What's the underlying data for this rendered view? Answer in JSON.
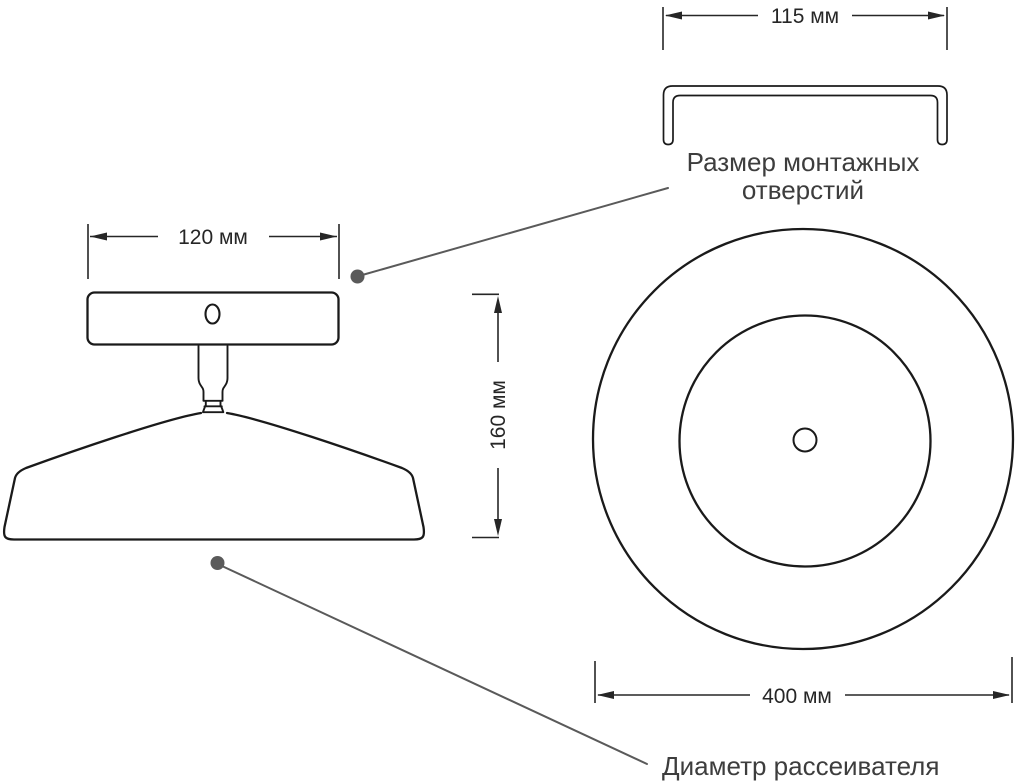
{
  "dimensions": {
    "mounting_holes_width": "115 мм",
    "base_width": "120 мм",
    "fixture_height": "160 мм",
    "diffuser_diameter": "400 мм"
  },
  "labels": {
    "mounting_holes_line1": "Размер монтажных",
    "mounting_holes_line2": "отверстий",
    "diffuser": "Диаметр рассеивателя"
  },
  "colors": {
    "drawing_line": "#1a1a1a",
    "dimension_line": "#262626",
    "leader_line": "#5a5a5a",
    "label_text": "#3d3d3d",
    "background": "#ffffff"
  }
}
